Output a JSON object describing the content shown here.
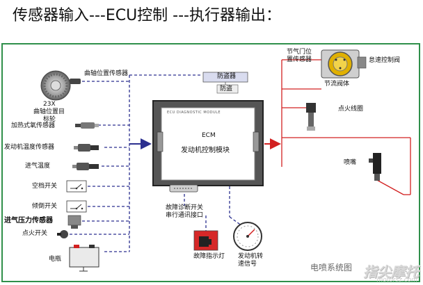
{
  "title": "传感器输入---ECU控制 ---执行器输出：",
  "sensors": {
    "crank": "曲轴位置传感器",
    "reluctor_count": "23X",
    "reluctor_name": "曲轴位置目",
    "reluctor_name2": "标轮",
    "o2": "加热式氧传感器",
    "coolant": "发动机温度传感器",
    "iat": "进气温度",
    "neutral": "空档开关",
    "tilt": "倾倒开关",
    "map": "进气压力传感器",
    "ignition": "点火开关",
    "battery": "电瓶"
  },
  "ecu": {
    "header": "ECU DIAGNOSTIC MODULE",
    "name": "ECM",
    "subtitle": "发动机控制模块"
  },
  "security": {
    "label": "防盗器",
    "indicator": "防盗"
  },
  "actuators": {
    "tps": "节气门位",
    "tps2": "置传感器",
    "iac": "怠速控制阀",
    "throttle_body": "节流阀体",
    "coil": "点火线圈",
    "injector": "喷嘴",
    "diag_port": "故障诊断开关",
    "diag_port2": "串行通讯接口",
    "mil": "故障指示灯",
    "tach": "发动机转",
    "tach2": "速信号"
  },
  "footer": {
    "bottom_caption": "电喷系统图",
    "watermark": "指尖摩托",
    "watermark_site": "motorsz.com"
  },
  "colors": {
    "frame": "#2f8f4a",
    "input_line": "#2b2f8f",
    "output_line": "#d22020",
    "ecu_border": "#3a3a3a"
  }
}
